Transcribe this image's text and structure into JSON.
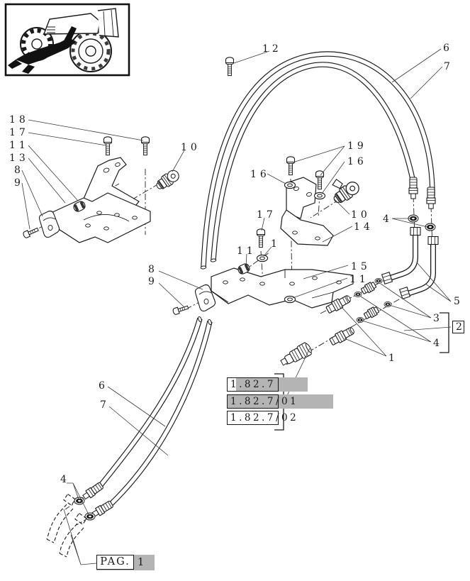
{
  "diagram": {
    "thumbnail_icon": "tractor-front-loader-subframe-thumbnail",
    "callouts": [
      {
        "label": "12"
      },
      {
        "label": "6"
      },
      {
        "label": "7"
      },
      {
        "label": "18"
      },
      {
        "label": "17"
      },
      {
        "label": "11"
      },
      {
        "label": "13"
      },
      {
        "label": "8"
      },
      {
        "label": "9"
      },
      {
        "label": "10"
      },
      {
        "label": "19"
      },
      {
        "label": "16"
      },
      {
        "label": "16"
      },
      {
        "label": "17"
      },
      {
        "label": "11"
      },
      {
        "label": "1"
      },
      {
        "label": "10"
      },
      {
        "label": "14"
      },
      {
        "label": "15"
      },
      {
        "label": "11"
      },
      {
        "label": "4"
      },
      {
        "label": "5"
      },
      {
        "label": "3"
      },
      {
        "label": "2"
      },
      {
        "label": "4"
      },
      {
        "label": "1"
      },
      {
        "label": "8"
      },
      {
        "label": "9"
      },
      {
        "label": "6"
      },
      {
        "label": "7"
      },
      {
        "label": "4"
      }
    ]
  },
  "reference_codes": {
    "rows": [
      "1.82.7",
      "1.82.7/01",
      "1.82.7/02"
    ]
  },
  "page_reference": {
    "label": "PAG.",
    "value": "1"
  },
  "colors": {
    "line": "#1a1a1a",
    "highlight": "#b4b4b4",
    "background": "#ffffff"
  }
}
